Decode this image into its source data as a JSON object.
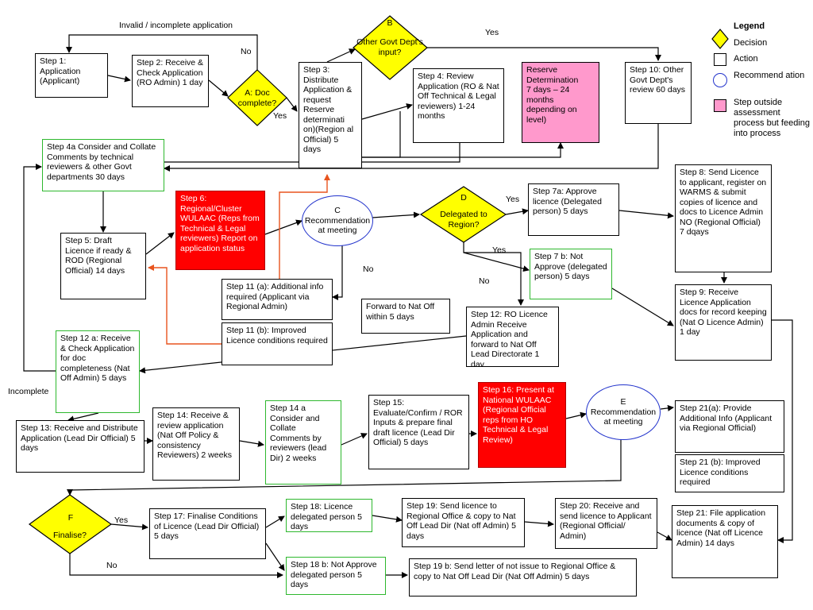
{
  "colors": {
    "decision": "#ffff00",
    "red_step": "#ff0000",
    "pink_step": "#ff99cc",
    "green_border": "#2eb82e",
    "ellipse_border": "#2233cc",
    "orange_arrow": "#e8541e"
  },
  "legend": {
    "title": "Legend",
    "decision": "Decision",
    "action": "Action",
    "recommendation": "Recommend ation",
    "outside": "Step outside assessment process but feeding into process"
  },
  "decisions": {
    "a": "A: Doc complete?",
    "b_letter": "B",
    "b": "Other Govt Dept's input?",
    "d_letter": "D",
    "d": "Delegated to Region?",
    "f_letter": "F",
    "f": "Finalise?"
  },
  "recommendations": {
    "c_letter": "C",
    "c": "Recommendation at meeting",
    "e_letter": "E",
    "e": "Recommendation at meeting"
  },
  "steps": {
    "s1": "Step 1: Application (Applicant)",
    "s2": "Step 2: Receive & Check Application (RO Admin) 1 day",
    "s3": "Step 3: Distribute Application & request Reserve determinati on)(Region al Official) 5 days",
    "s4": "Step 4: Review Application (RO & Nat Off Technical & Legal reviewers) 1-24 months",
    "reserve": "Reserve Determination\n 7 days – 24 months depending on level)",
    "s10": "Step 10: Other Govt Dept's review 60 days",
    "s4a": "Step 4a Consider and Collate Comments by technical reviewers & other Govt  departments 30 days",
    "s5": "Step 5: Draft Licence if ready & ROD (Regional Official) 14 days",
    "s6": "Step 6: Regional/Cluster WULAAC (Reps from Technical & Legal reviewers) Report on application status",
    "s7a": "Step 7a: Approve licence (Delegated person) 5 days",
    "s7b": "Step 7 b: Not Approve (delegated person) 5 days",
    "s8": "Step 8: Send Licence to applicant, register on WARMS & submit copies of licence and docs to Licence Admin NO (Regional Official) 7 dqays",
    "s9": "Step 9: Receive Licence Application docs for record keeping (Nat O Licence Admin) 1 day",
    "s11a": "Step 11 (a): Additional info required (Applicant via Regional Admin)",
    "s11b": "Step 11 (b): Improved Licence conditions required",
    "s12": "Step 12: RO Licence Admin Receive Application and forward to Nat Off Lead Directorate 1 day",
    "fwd": "Forward to Nat Off within 5 days",
    "s12a": "Step 12 a: Receive & Check Application for doc completeness (Nat Off Admin) 5 days",
    "s13": "Step 13: Receive and Distribute Application (Lead Dir Official) 5 days",
    "s14": "Step 14: Receive & review application (Nat Off Policy  & consistency Reviewers) 2 weeks",
    "s14a": "Step 14 a Consider and Collate Comments by reviewers (lead Dir) 2 weeks",
    "s15": "Step 15: Evaluate/Confirm / ROR Inputs & prepare final draft licence (Lead Dir Official) 5 days",
    "s16": "Step 16: Present at National WULAAC (Regional Official reps from HO Technical & Legal Review)",
    "s21a": "Step 21(a): Provide Additional Info (Applicant via Regional Official)",
    "s21b": "Step 21 (b): Improved Licence conditions required",
    "s17": "Step 17: Finalise Conditions of Licence (Lead Dir Official) 5 days",
    "s18": "Step 18: Licence delegated person 5 days",
    "s18b": "Step 18 b: Not Approve delegated person 5 days",
    "s19": "Step 19: Send licence to Regional Office & copy to Nat Off Lead Dir (Nat off Admin) 5 days",
    "s19b": "Step 19 b: Send letter of not issue  to Regional Office & copy to Nat Off  Lead Dir (Nat Off Admin) 5 days",
    "s20": "Step 20: Receive and send licence to Applicant (Regional Official/ Admin)",
    "s21": "Step 21: File application documents & copy of licence (Nat off Licence Admin) 14 days"
  },
  "labels": {
    "invalid": "Invalid / incomplete application",
    "no_a": "No",
    "yes_a": "Yes",
    "yes_b": "Yes",
    "yes_d": "Yes",
    "yes_d2": "Yes",
    "no_d": "No",
    "no_c": "No",
    "incomplete": "Incomplete",
    "yes_f": "Yes",
    "no_f": "No"
  }
}
